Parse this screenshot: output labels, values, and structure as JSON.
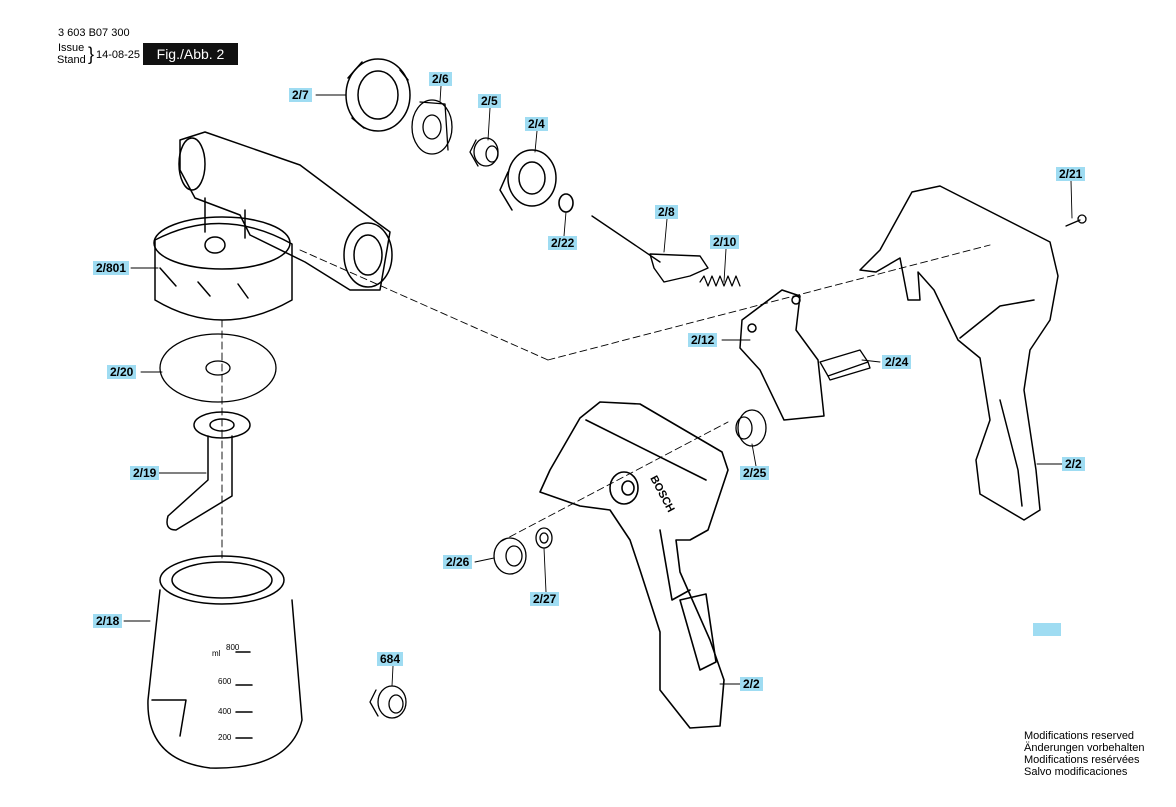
{
  "header": {
    "part_number": "3 603 B07 300",
    "issue_label": "Issue",
    "stand_label": "Stand",
    "brace": "}",
    "date": "14-08-25",
    "figure_label": "Fig./Abb. 2"
  },
  "parts": [
    "2/7",
    "2/6",
    "2/5",
    "2/4",
    "2/22",
    "2/8",
    "2/10",
    "2/21",
    "2/801",
    "2/12",
    "2/24",
    "2/20",
    "2/19",
    "2/25",
    "2/2",
    "2/26",
    "2/27",
    "2/18",
    "684",
    "2/2"
  ],
  "jar_graduations": [
    "ml",
    "800",
    "600",
    "400",
    "200"
  ],
  "brand_text": "BOSCH",
  "notes": [
    "Modifications reserved",
    "Änderungen vorbehalten",
    "Modifications resérvées",
    "Salvo modificaciones"
  ],
  "colors": {
    "label_bg": "#9fdcf2",
    "figure_bg": "#111111",
    "line": "#000000"
  }
}
